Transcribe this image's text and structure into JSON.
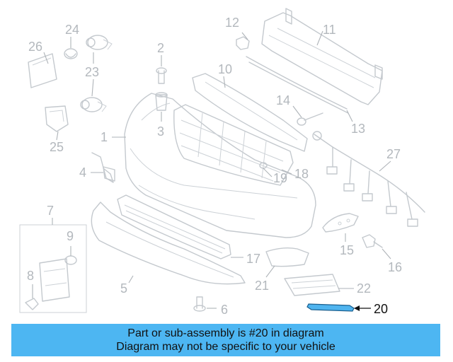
{
  "diagram": {
    "highlighted_callout": "20",
    "callouts": [
      "1",
      "2",
      "3",
      "4",
      "5",
      "6",
      "7",
      "8",
      "9",
      "10",
      "11",
      "12",
      "13",
      "14",
      "15",
      "16",
      "17",
      "18",
      "19",
      "20",
      "21",
      "22",
      "23",
      "24",
      "25",
      "26",
      "27"
    ]
  },
  "banner": {
    "line1": "Part or sub-assembly is #20 in diagram",
    "line2": "Diagram may not be specific to your vehicle",
    "color": "#4db6f2"
  },
  "colors": {
    "linework": "#c4c9ce",
    "highlight_fill": "#4fb4ef",
    "highlight_stroke": "#1b5f8e"
  }
}
